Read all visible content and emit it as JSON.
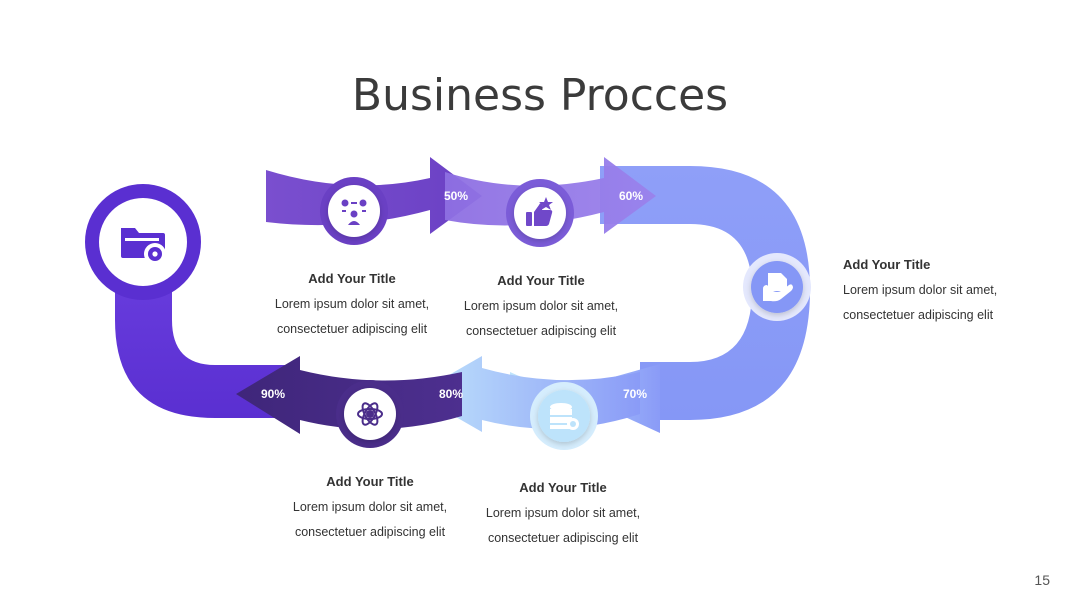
{
  "title": "Business Procces",
  "slide_number": "15",
  "colors": {
    "deep_purple": "#5a2fd1",
    "purple": "#7048c9",
    "violet": "#8b6fe0",
    "periwinkle": "#8a9bf7",
    "light_blue": "#bde3fb",
    "dark_purple": "#4a2d8a"
  },
  "steps": [
    {
      "percent": "50%",
      "title": "Add Your Title",
      "line1": "Lorem ipsum dolor sit amet,",
      "line2": "consectetuer adipiscing elit",
      "icon": "team-process-icon"
    },
    {
      "percent": "60%",
      "title": "Add Your Title",
      "line1": "Lorem ipsum dolor sit amet,",
      "line2": "consectetuer adipiscing elit",
      "icon": "thumbs-up-star-icon"
    },
    {
      "percent": "70%",
      "title": "Add Your Title",
      "line1": "Lorem ipsum dolor sit amet,",
      "line2": "consectetuer adipiscing elit",
      "icon": "hand-document-icon"
    },
    {
      "percent": "80%",
      "title": "Add Your Title",
      "line1": "Lorem ipsum dolor sit amet,",
      "line2": "consectetuer adipiscing elit",
      "icon": "database-gear-icon"
    },
    {
      "percent": "90%",
      "title": "Add Your Title",
      "line1": "Lorem ipsum dolor sit amet,",
      "line2": "consectetuer adipiscing elit",
      "icon": "atom-gear-icon"
    }
  ],
  "start_icon": "folder-gear-icon"
}
